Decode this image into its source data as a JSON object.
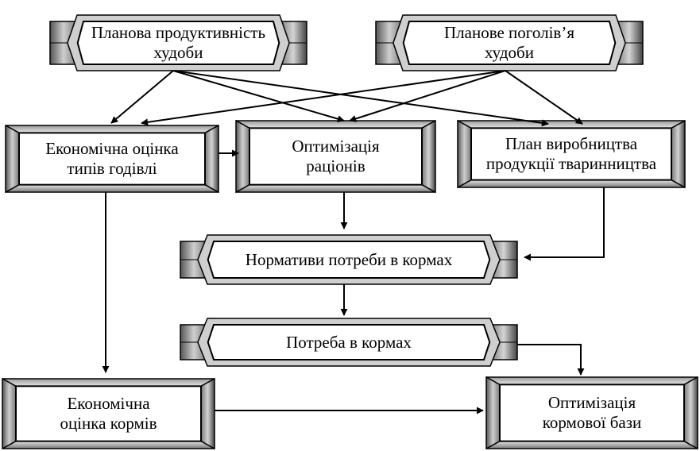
{
  "nodes": {
    "planned_productivity": {
      "lines": [
        "Планова продуктивність",
        "худоби"
      ],
      "shape": "hexagon"
    },
    "planned_headcount": {
      "lines": [
        "Планове поголів’я",
        "худоби"
      ],
      "shape": "hexagon"
    },
    "economic_feeding": {
      "lines": [
        "Економічна оцінка",
        "типів годівлі"
      ],
      "shape": "box"
    },
    "ration_optimization": {
      "lines": [
        "Оптимізація",
        "раціонів"
      ],
      "shape": "box"
    },
    "production_plan": {
      "lines": [
        "План виробництва",
        "продукції тваринництва"
      ],
      "shape": "box"
    },
    "feed_norms": {
      "lines": [
        "Нормативи потреби в кормах"
      ],
      "shape": "hexagon"
    },
    "feed_need": {
      "lines": [
        "Потреба в кормах"
      ],
      "shape": "hexagon"
    },
    "feed_evaluation": {
      "lines": [
        "Економічна",
        "оцінка кормів"
      ],
      "shape": "box"
    },
    "feed_base_optimization": {
      "lines": [
        "Оптимізація",
        "кормової бази"
      ],
      "shape": "box"
    }
  },
  "edges": [
    {
      "from": "planned_productivity",
      "to": "economic_feeding"
    },
    {
      "from": "planned_productivity",
      "to": "ration_optimization"
    },
    {
      "from": "planned_productivity",
      "to": "production_plan"
    },
    {
      "from": "planned_headcount",
      "to": "economic_feeding"
    },
    {
      "from": "planned_headcount",
      "to": "ration_optimization"
    },
    {
      "from": "planned_headcount",
      "to": "production_plan"
    },
    {
      "from": "economic_feeding",
      "to": "ration_optimization"
    },
    {
      "from": "ration_optimization",
      "to": "feed_norms"
    },
    {
      "from": "production_plan",
      "to": "feed_norms"
    },
    {
      "from": "feed_norms",
      "to": "feed_need"
    },
    {
      "from": "economic_feeding",
      "to": "feed_evaluation"
    },
    {
      "from": "feed_evaluation",
      "to": "feed_base_optimization"
    },
    {
      "from": "feed_need",
      "to": "feed_base_optimization"
    }
  ],
  "colors": {
    "stroke": "#000000",
    "face": "#ffffff",
    "bevel_light": "#d9d9d9",
    "bevel_mid": "#8c8c8c",
    "bevel_dark": "#3a3a3a"
  }
}
